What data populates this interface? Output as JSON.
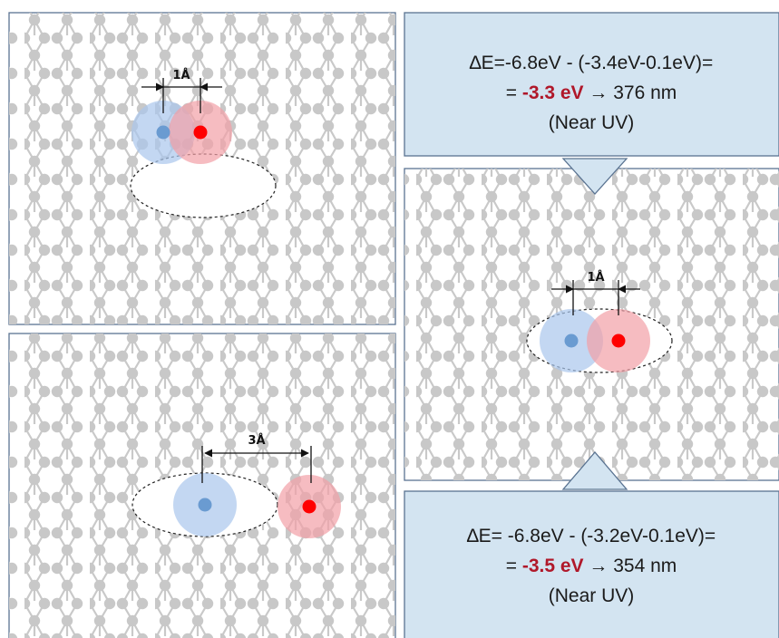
{
  "panels": {
    "top_left": {
      "distance_label": "1Å"
    },
    "bottom_left": {
      "distance_label": "3Å"
    },
    "middle_right": {
      "distance_label": "1Å"
    }
  },
  "calc_top": {
    "line1": "∆E=-6.8eV - (-3.4eV-0.1eV)=",
    "line2_prefix": "= ",
    "value": "-3.3 eV",
    "line2_suffix": " → 376 nm",
    "line3": "(Near UV)"
  },
  "calc_bottom": {
    "line1": "∆E= -6.8eV - (-3.2eV-0.1eV)=",
    "line2_prefix": "= ",
    "value": "-3.5 eV",
    "line2_suffix": " → 354 nm",
    "line3": "(Near UV)"
  },
  "colors": {
    "panel_border": "#5a7391",
    "calc_box_fill": "#d3e4f1",
    "lattice_atom": "#c8c8c8",
    "hole": "#6a9bd1",
    "electron": "#ff0000",
    "value_red": "#b0182a"
  }
}
